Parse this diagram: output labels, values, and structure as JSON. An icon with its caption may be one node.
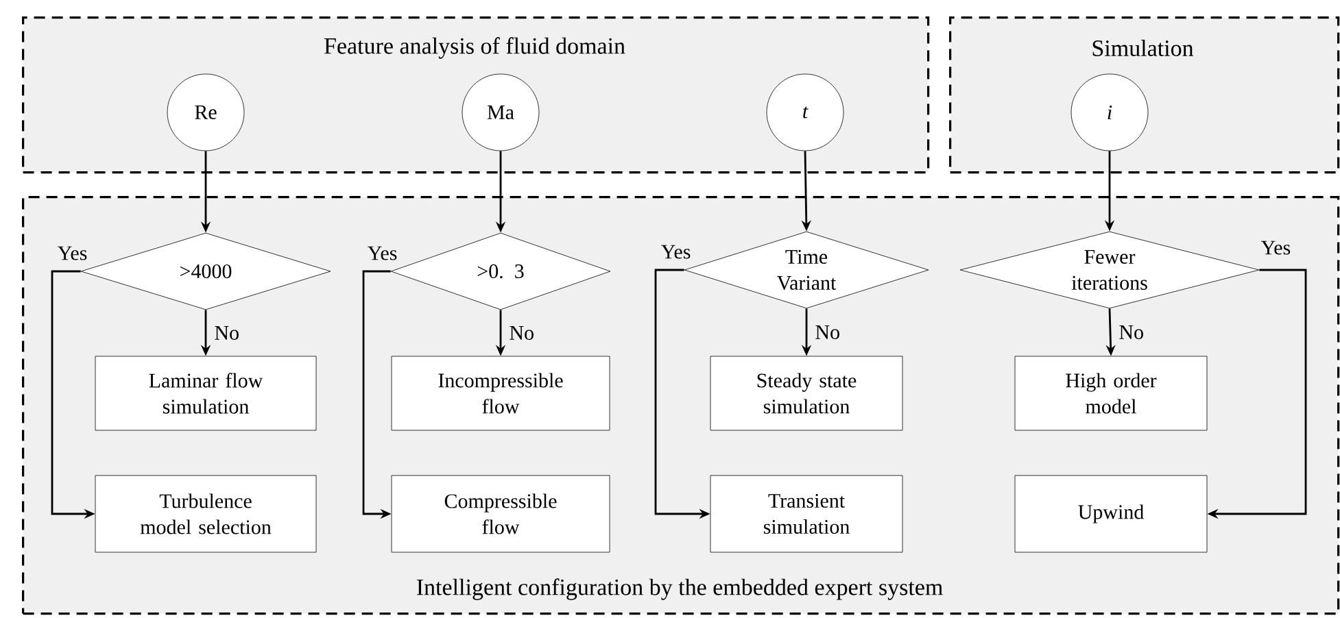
{
  "diagram": {
    "nodes": [
      {
        "text": [
          "Feature analysis of fluid domain"
        ]
      },
      {
        "text": [
          "Re"
        ],
        "in": 0
      },
      {
        "text": [
          "Ma"
        ],
        "in": 0
      },
      {
        "text": [
          "t"
        ],
        "in": 0
      },
      {
        "text": [
          "Simulation"
        ]
      },
      {
        "text": [
          "i"
        ],
        "in": 4
      },
      {
        "text": [
          "Intelligent configuration by the embedded expert system"
        ]
      },
      {
        "text": [
          ">4000"
        ],
        "in": 6
      },
      {
        "text": [
          "Laminar flow simulation"
        ],
        "in": 6
      },
      {
        "text": [
          "Turbulence model selection"
        ],
        "in": 6
      },
      {
        "text": [
          ">0. 3"
        ],
        "in": 6
      },
      {
        "text": [
          "Incompressible flow"
        ],
        "in": 6
      },
      {
        "text": [
          "Compressible flow"
        ],
        "in": 6
      },
      {
        "text": [
          "Time Variant"
        ],
        "in": 6
      },
      {
        "text": [
          "Steady state simulation"
        ],
        "in": 6
      },
      {
        "text": [
          "Transient simulation"
        ],
        "in": 6
      },
      {
        "text": [
          "Fewer iterations"
        ],
        "in": 6
      },
      {
        "text": [
          "High order model"
        ],
        "in": 6
      },
      {
        "text": [
          "Upwind"
        ],
        "in": 6
      }
    ],
    "edges": [
      {
        "from": 1,
        "to": 7,
        "arrow": "to"
      },
      {
        "from": 7,
        "to": 8,
        "arrow": "to",
        "label": "No"
      },
      {
        "from": 7,
        "to": 9,
        "arrow": "to",
        "label": "Yes"
      },
      {
        "from": 2,
        "to": 10,
        "arrow": "to"
      },
      {
        "from": 10,
        "to": 11,
        "arrow": "to",
        "label": "No"
      },
      {
        "from": 10,
        "to": 12,
        "arrow": "to",
        "label": "Yes"
      },
      {
        "from": 3,
        "to": 13,
        "arrow": "to"
      },
      {
        "from": 13,
        "to": 14,
        "arrow": "to",
        "label": "No"
      },
      {
        "from": 13,
        "to": 15,
        "arrow": "to",
        "label": "Yes"
      },
      {
        "from": 5,
        "to": 16,
        "arrow": "to"
      },
      {
        "from": 16,
        "to": 17,
        "arrow": "to",
        "label": "No"
      },
      {
        "from": 16,
        "to": 18,
        "arrow": "to",
        "label": "Yes"
      }
    ]
  }
}
